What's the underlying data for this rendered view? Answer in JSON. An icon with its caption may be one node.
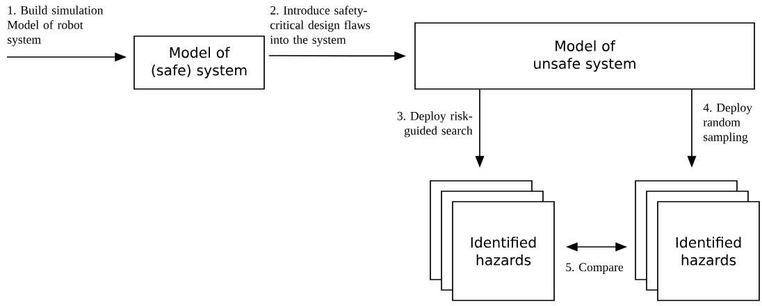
{
  "diagram": {
    "nodes": [
      {
        "text": [
          "Model of (safe) system"
        ]
      },
      {
        "text": [
          "Model of unsafe system"
        ]
      },
      {
        "text": [
          "Identified hazards"
        ]
      },
      {
        "text": [
          "Identified hazards"
        ]
      }
    ],
    "edges": [
      {
        "from": null,
        "to": 0,
        "arrow": "to",
        "label": "1. Build simulation Model of robot system"
      },
      {
        "from": 0,
        "to": 1,
        "arrow": "to",
        "label": "2. Introduce safety-critical design flaws into the system"
      },
      {
        "from": 1,
        "to": 2,
        "arrow": "to",
        "label": "3. Deploy risk-guided search"
      },
      {
        "from": 1,
        "to": 3,
        "arrow": "to",
        "label": "4. Deploy random sampling"
      },
      {
        "from": 2,
        "to": 3,
        "arrow": "both",
        "label": "5. Compare"
      }
    ]
  }
}
